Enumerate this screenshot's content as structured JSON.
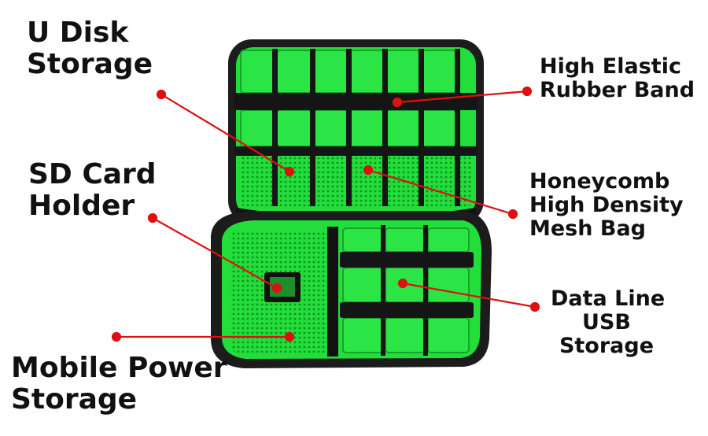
{
  "labels": {
    "u_disk": [
      "U Disk",
      "Storage"
    ],
    "sd_card": [
      "SD Card",
      "Holder"
    ],
    "mobile_power": [
      "Mobile Power",
      "Storage"
    ],
    "rubber_band": [
      "High Elastic",
      "Rubber Band"
    ],
    "mesh_bag": [
      "Honeycomb",
      "High Density",
      "Mesh Bag"
    ],
    "data_line": [
      "Data Line",
      "USB",
      "Storage"
    ]
  },
  "colors": {
    "lining": "#22dd3a",
    "lining_dark": "#14b52c",
    "shell": "#1c1c1c",
    "band": "#151515",
    "pointer": "#dd1111"
  },
  "product": "electronics-organizer-case"
}
